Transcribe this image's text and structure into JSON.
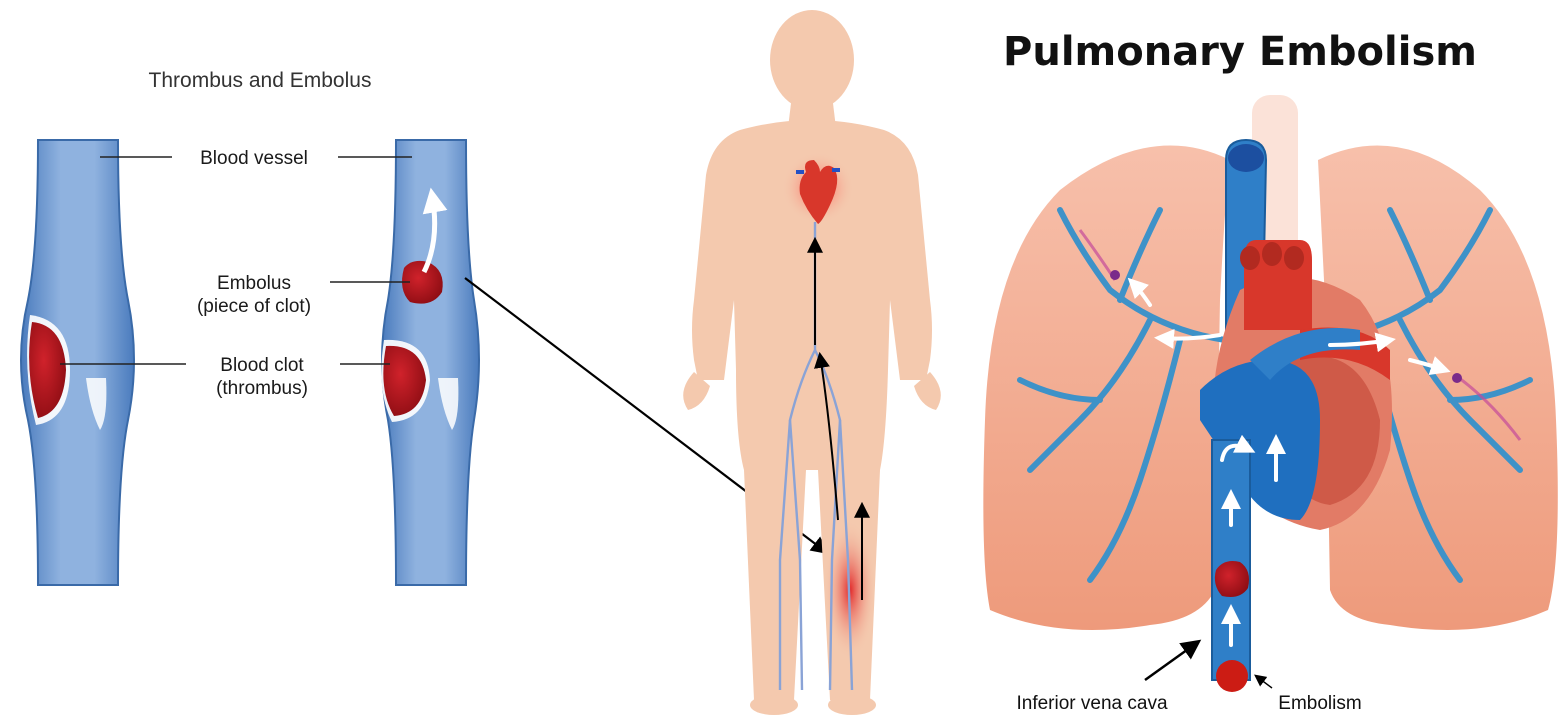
{
  "left_panel": {
    "title": "Thrombus and Embolus",
    "labels": {
      "vessel": "Blood vessel",
      "embolus_line1": "Embolus",
      "embolus_line2": "(piece of clot)",
      "clot_line1": "Blood clot",
      "clot_line2": "(thrombus)"
    }
  },
  "right_panel": {
    "title": "Pulmonary Embolism",
    "labels": {
      "ivc": "Inferior vena cava",
      "embolism": "Embolism"
    }
  },
  "colors": {
    "vessel_blue": "#5b8ccc",
    "vessel_light": "#a9c6ea",
    "clot_red": "#b5121b",
    "skin": "#f4c9ae",
    "lung": "#f3a98d",
    "artery_red": "#d8372b",
    "vein_blue": "#1f6fbf"
  }
}
